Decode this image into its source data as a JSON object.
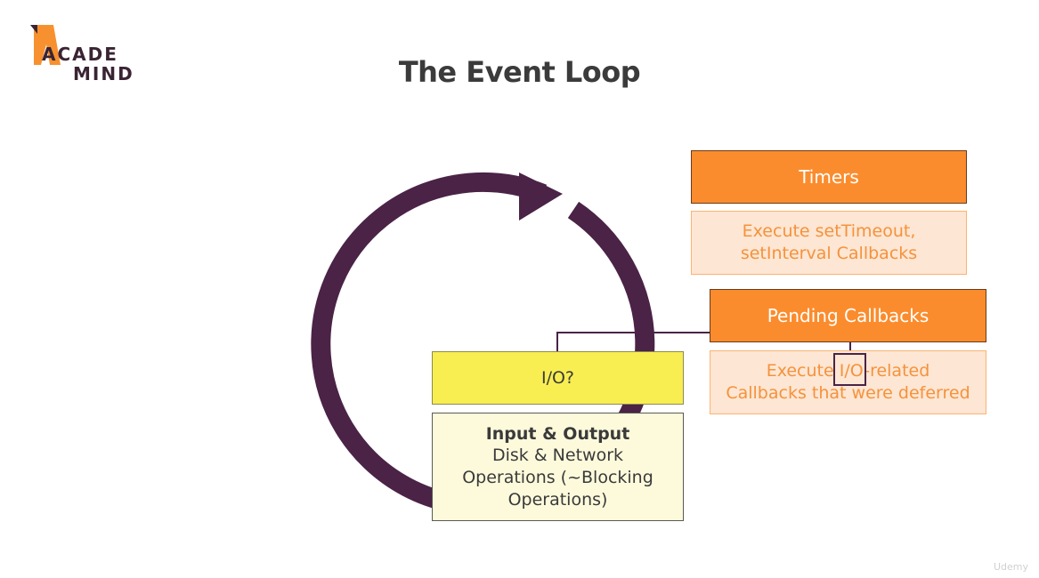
{
  "logo": {
    "line1": "ACADE",
    "line2": "MIND"
  },
  "title": "The Event Loop",
  "timers": {
    "title": "Timers",
    "desc_line1": "Execute setTimeout,",
    "desc_line2": "setInterval Callbacks"
  },
  "pending": {
    "title": "Pending Callbacks",
    "desc_line1": "Execute I/O-related",
    "desc_line2": "Callbacks that were deferred"
  },
  "io": {
    "title": "I/O?",
    "desc_bold": "Input & Output",
    "desc_line1": "Disk & Network",
    "desc_line2": "Operations (~Blocking",
    "desc_line3": "Operations)"
  },
  "watermark": "Udemy",
  "colors": {
    "loop": "#4a2346",
    "orange": "#fb8c2d",
    "peach": "#fde6d3",
    "yellow": "#f8ee52",
    "cream": "#fdfadc"
  }
}
